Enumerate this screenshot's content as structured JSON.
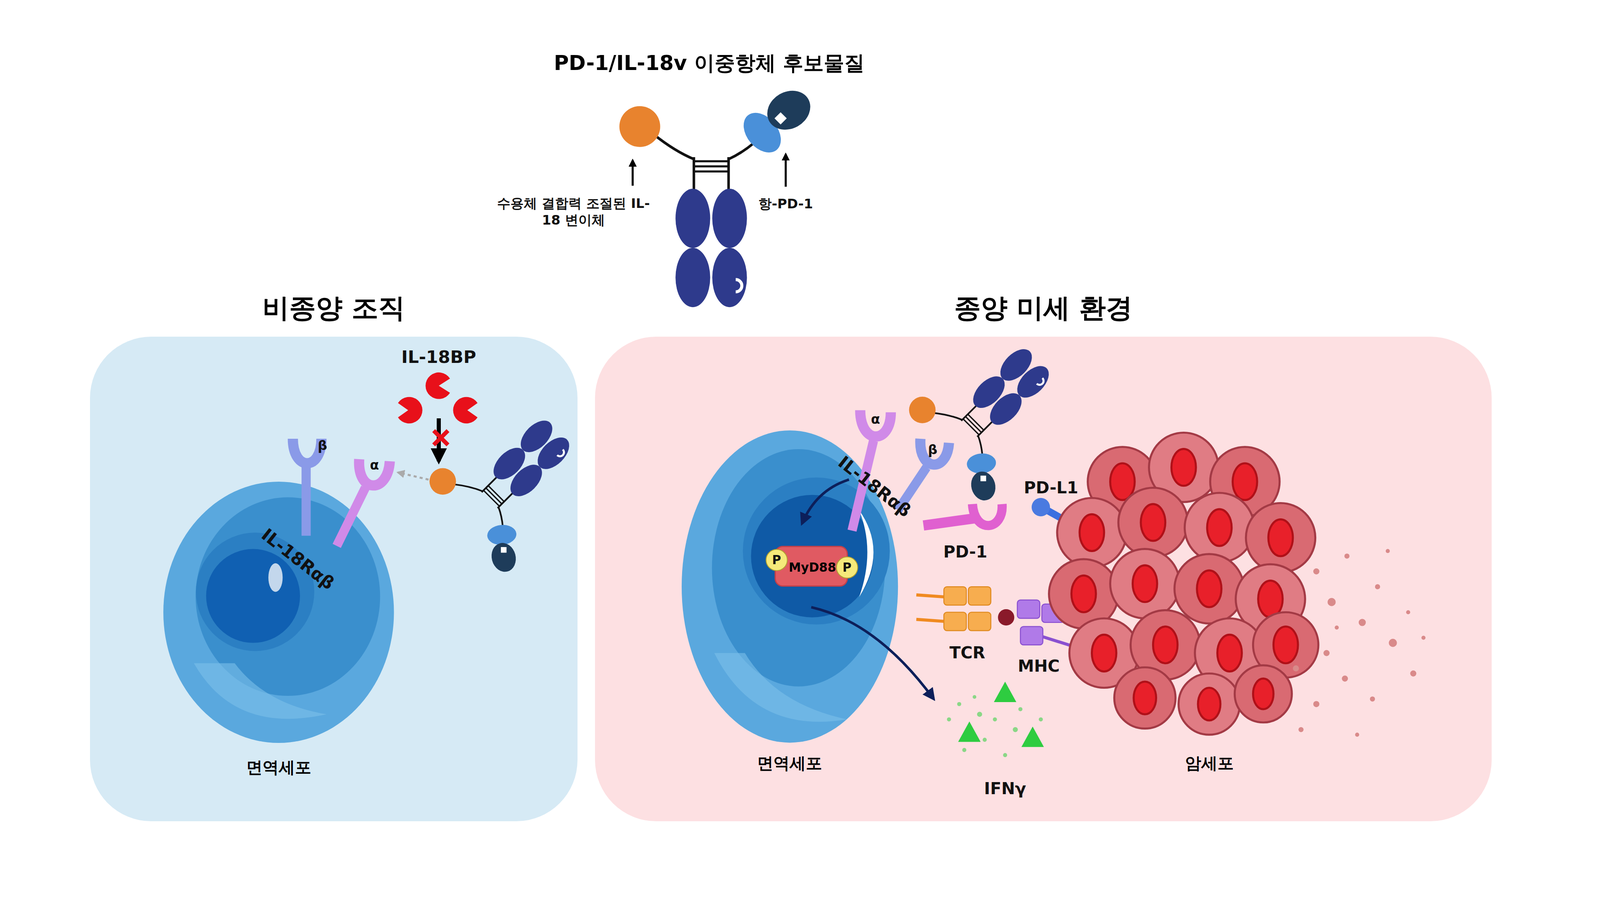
{
  "diagram": {
    "title": "PD-1/IL-18v 이중항체 후보물질",
    "nodes": [
      {
        "text": [
          "비종양 조직"
        ]
      },
      {
        "text": [
          "면역세포"
        ],
        "in": 0
      },
      {
        "text": [
          "종양 미세 환경"
        ]
      },
      {
        "text": [
          "면역세포"
        ],
        "in": 2
      },
      {
        "text": [
          "MyD88"
        ],
        "in": 3
      },
      {
        "text": [
          "암세포"
        ],
        "in": 2
      }
    ],
    "labels": [
      "수용체 결합력 조절된 IL-18 변이체",
      "항-PD-1",
      "IL-18BP",
      "β",
      "α",
      "IL-18Rαβ",
      "α",
      "β",
      "IL-18Rαβ",
      "P",
      "P",
      "PD-1",
      "PD-L1",
      "TCR",
      "MHC",
      "IFNγ"
    ]
  }
}
